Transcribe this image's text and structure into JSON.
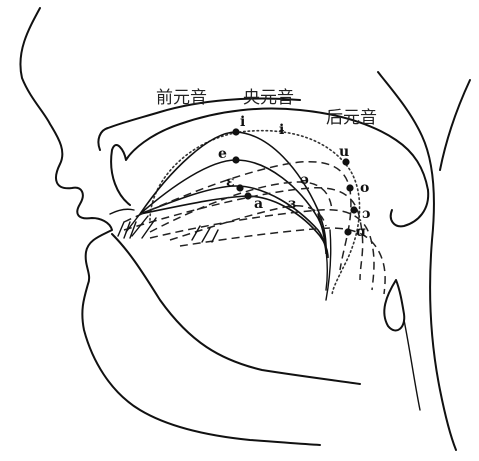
{
  "categories": {
    "front": "前元音",
    "central": "央元音",
    "back": "后元音"
  },
  "vowels": {
    "i": "i",
    "barred_i": "ɨ",
    "e": "e",
    "u": "u",
    "epsilon": "ɛ",
    "schwa": "ə",
    "o": "o",
    "a": "a",
    "reversed_epsilon": "ɜ",
    "open_o": "ɔ",
    "alpha": "ɑ"
  },
  "colors": {
    "ink": "#111111",
    "background": "#ffffff"
  }
}
